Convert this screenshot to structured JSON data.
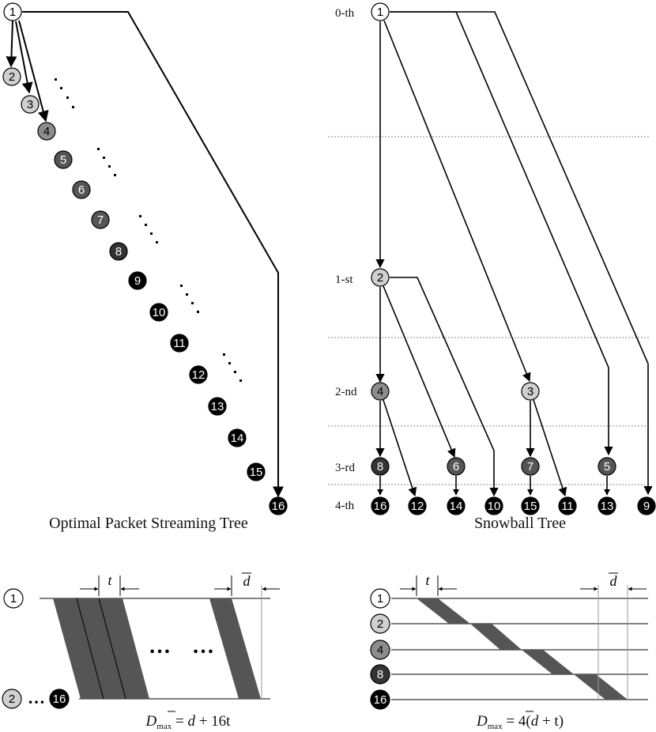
{
  "left_tree": {
    "title": "Optimal Packet Streaming Tree",
    "nodes": [
      "1",
      "2",
      "3",
      "4",
      "5",
      "6",
      "7",
      "8",
      "9",
      "10",
      "11",
      "12",
      "13",
      "14",
      "15",
      "16"
    ]
  },
  "right_tree": {
    "title": "Snowball Tree",
    "levels": [
      "0-th",
      "1-st",
      "2-nd",
      "3-rd",
      "4-th"
    ],
    "nodes": [
      "1",
      "2",
      "4",
      "3",
      "8",
      "6",
      "7",
      "5",
      "16",
      "12",
      "14",
      "10",
      "15",
      "11",
      "13",
      "9"
    ]
  },
  "left_timing": {
    "rows": [
      "1",
      "2",
      "16"
    ],
    "ellipsis": "…",
    "t_label": "t",
    "d_label": "d",
    "formula_main": "D",
    "formula_sub": "max",
    "formula_rest": " = ",
    "formula_d": "d",
    "formula_tail": " + 16t"
  },
  "right_timing": {
    "rows": [
      "1",
      "2",
      "4",
      "8",
      "16"
    ],
    "t_label": "t",
    "d_label": "d",
    "formula_main": "D",
    "formula_sub": "max",
    "formula_pre": " = 4(",
    "formula_d": "d",
    "formula_tail": " + t)"
  },
  "colors": {
    "white": "#ffffff",
    "light": "#d0d0d0",
    "gray": "#8c8c8c",
    "dark": "#555555",
    "darker": "#333333",
    "black": "#000000",
    "band": "#555555"
  }
}
